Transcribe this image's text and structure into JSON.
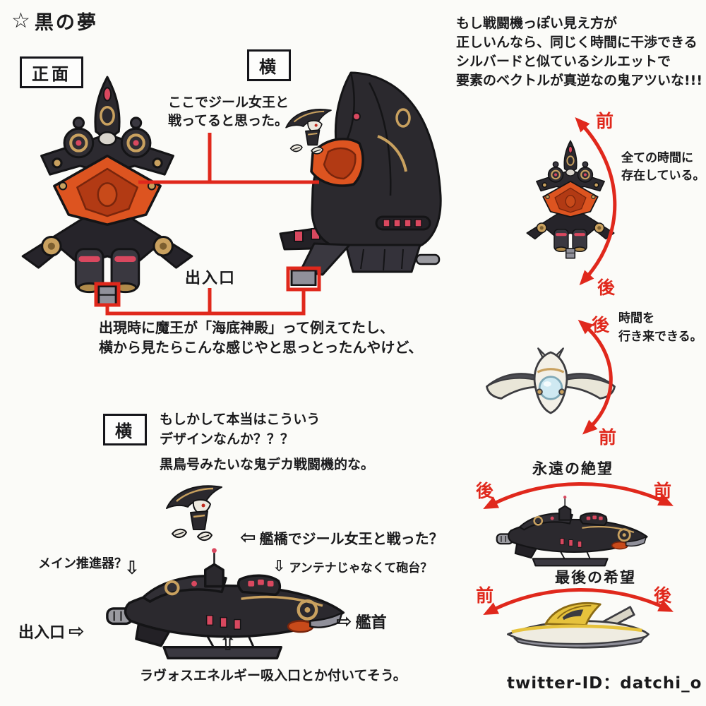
{
  "colors": {
    "paper": "#fbfbf8",
    "ink": "#1a1a1c",
    "annotation_red": "#e0281c",
    "canopy_orange": "#dd5420",
    "trim_gold": "#c9a15f",
    "accent_pink": "#d9485f"
  },
  "icons": {
    "star": "☆",
    "arrow_left": "⇦",
    "arrow_right": "⇨",
    "arrow_up": "⇧",
    "arrow_down": "⇩"
  },
  "header": {
    "title": "黒の夢"
  },
  "front_side_study": {
    "front_view_label": "正面",
    "side_view_label": "横",
    "battle_note": {
      "line1": "ここでジール女王と",
      "line2": "戦ってると思った。"
    },
    "entrance_label": "出入口",
    "caption": {
      "line1": "出現時に魔王が「海底神殿」って例えてたし、",
      "line2": "横から見たらこんな感じやと思っとったんやけど、"
    }
  },
  "fighter_study": {
    "side_view_label": "横",
    "guess_note": {
      "line1": "もしかして本当はこういう",
      "line2": "デザインなんか？？？",
      "line3": "黒鳥号みたいな鬼デカ戦闘機的な。"
    },
    "bridge_note": "艦橋でジール女王と戦った？",
    "thruster_note": "メイン推進器？",
    "turret_note": "アンテナじゃなくて砲台？",
    "entrance_label": "出入口",
    "bow_label": "艦首",
    "intake_note": "ラヴォスエネルギー吸入口とか付いてそう。"
  },
  "comparison": {
    "intro": {
      "line1": "もし戦闘機っぽい見え方が",
      "line2": "正しいんなら、同じく時間に干渉できる",
      "line3": "シルバードと似ているシルエットで",
      "line4": "要素のベクトルが真逆なの鬼アツいな!!!"
    },
    "black_dream_front": {
      "front_label": "前",
      "rear_label": "後",
      "note": {
        "line1": "全ての時間に",
        "line2": "存在している。"
      }
    },
    "epoch_front": {
      "rear_label": "後",
      "front_label": "前",
      "note": {
        "line1": "時間を",
        "line2": "行き来できる。"
      }
    },
    "black_dream_side": {
      "title": "永遠の絶望",
      "rear_label": "後",
      "front_label": "前"
    },
    "epoch_side": {
      "title": "最後の希望",
      "front_label": "前",
      "rear_label": "後"
    }
  },
  "footer": {
    "credit": "twitter-ID：datchi_o"
  }
}
